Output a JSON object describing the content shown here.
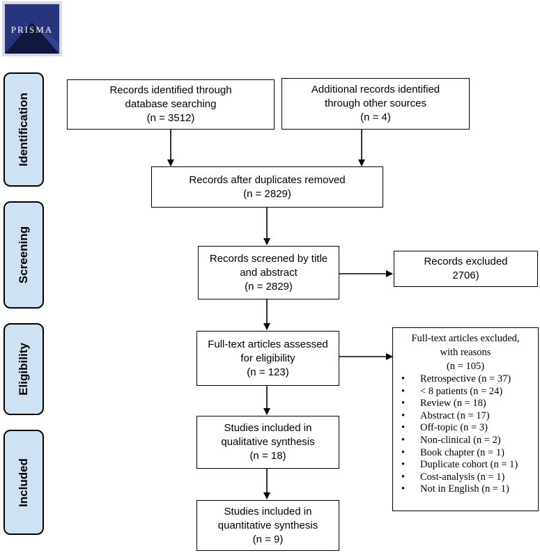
{
  "logo": {
    "text": "PRISMA"
  },
  "stages": [
    "Identification",
    "Screening",
    "Eligibility",
    "Included"
  ],
  "nodes": {
    "db_search": {
      "line1": "Records identified through",
      "line2": "database searching",
      "count": "(n = 3512)"
    },
    "other_sources": {
      "line1": "Additional records identified",
      "line2": "through other sources",
      "count": "(n = 4)"
    },
    "after_duplicates": {
      "line1": "Records after duplicates removed",
      "count": "(n = 2829)"
    },
    "screened": {
      "line1": "Records screened by title",
      "line2": "and abstract",
      "count": "(n = 2829)"
    },
    "excluded": {
      "line1": "Records excluded",
      "count": "2706)"
    },
    "fulltext": {
      "line1": "Full-text articles assessed",
      "line2": "for eligibility",
      "count": "(n = 123)"
    },
    "qualitative": {
      "line1": "Studies included in",
      "line2": "qualitative synthesis",
      "count": "(n = 18)"
    },
    "quantitative": {
      "line1": "Studies included in",
      "line2": "quantitative synthesis",
      "count": "(n = 9)"
    }
  },
  "fulltext_excluded": {
    "line1": "Full-text articles excluded,",
    "line2": "with reasons",
    "count": "(n = 105)",
    "bullet": "•",
    "reasons": [
      "Retrospective (n = 37)",
      "< 8 patients (n = 24)",
      "Review (n = 18)",
      "Abstract (n = 17)",
      "Off-topic (n = 3)",
      "Non-clinical (n = 2)",
      "Book chapter (n = 1)",
      "Duplicate cohort (n = 1)",
      "Cost-analysis (n = 1)",
      "Not in English (n = 1)"
    ]
  }
}
